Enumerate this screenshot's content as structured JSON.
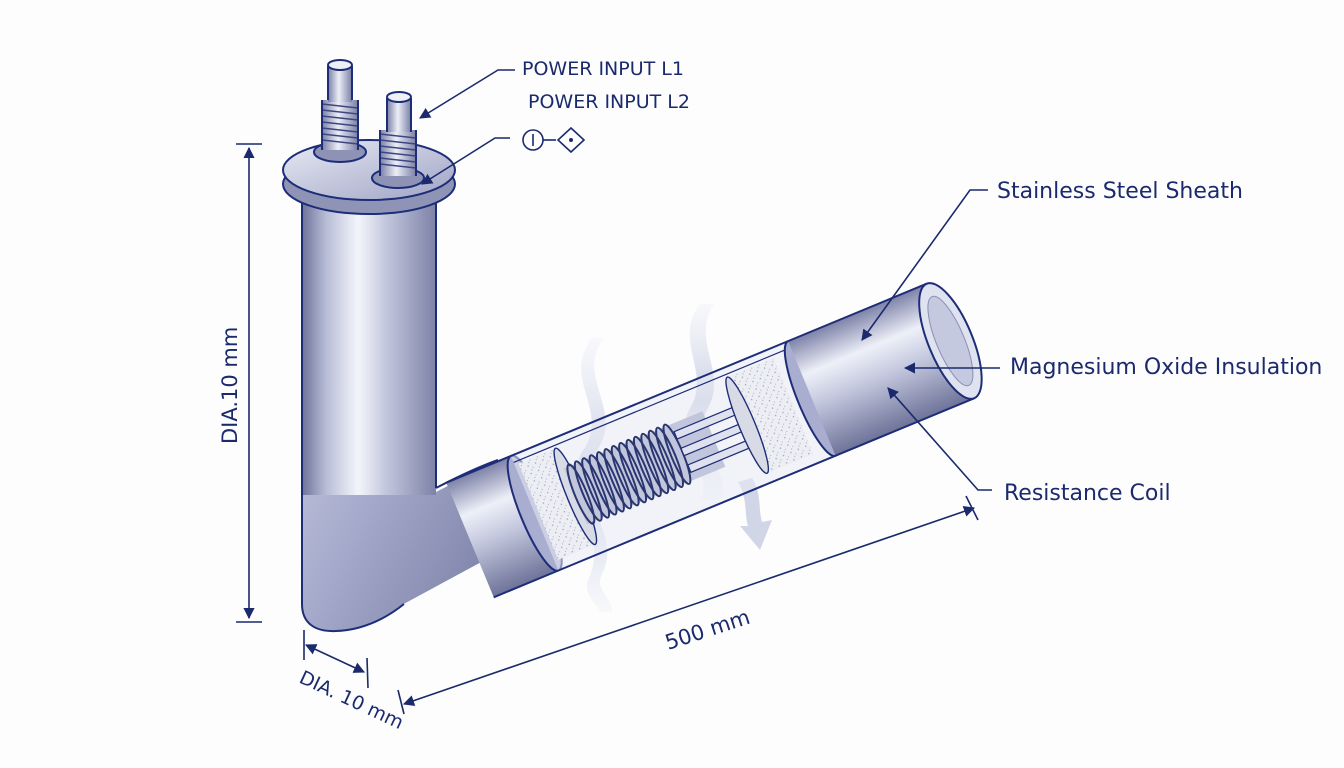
{
  "callouts": {
    "power_input_l1": "POWER INPUT L1",
    "power_input_l2": "POWER INPUT L2",
    "stainless_steel_sheath": "Stainless Steel Sheath",
    "magnesium_oxide_insulation": "Magnesium Oxide Insulation",
    "resistance_coil": "Resistance Coil"
  },
  "dimensions": {
    "vertical_diameter": "DIA.10 mm",
    "horizontal_length": "500 mm",
    "tube_diameter": "DIA. 10 mm"
  },
  "colors": {
    "ink": "#1a2a6c",
    "steel_light": "#eef0f8",
    "steel_mid": "#b4b9d4",
    "steel_dark": "#6e7399",
    "insulation": "#e7e9ee",
    "heat_wave": "#c9cfe3"
  },
  "icons": [
    "ground-circle-icon",
    "diamond-symbol-icon"
  ]
}
